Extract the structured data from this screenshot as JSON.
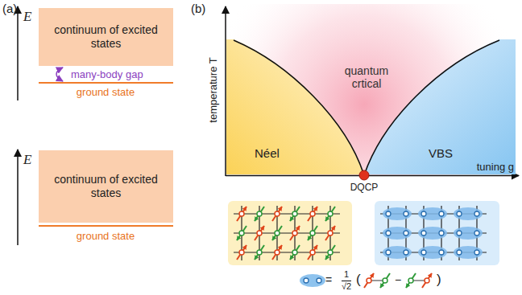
{
  "diagram": {
    "nodes": [
      {
        "text": [
          "continuum of excited states"
        ]
      },
      {
        "text": [
          "continuum of excited states"
        ]
      },
      {
        "text": [
          "Néel"
        ]
      },
      {
        "text": [
          "VBS"
        ]
      }
    ],
    "labels": [
      "(a)",
      "E",
      "many-body gap",
      "ground state",
      "E",
      "ground state",
      "(b)",
      "temperature T",
      "quantum crtical",
      "tuning g",
      "DQCP",
      "=",
      "1",
      "√2",
      "(",
      "−",
      ")"
    ]
  }
}
